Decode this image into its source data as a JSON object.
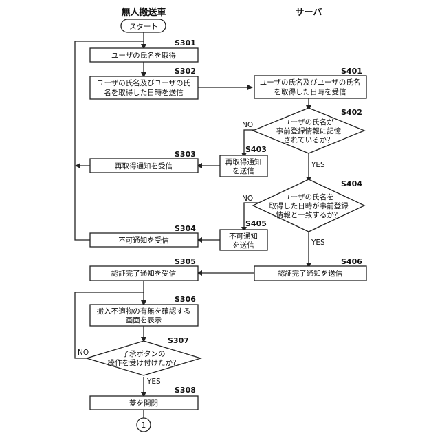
{
  "headers": {
    "left": "無人搬送車",
    "right": "サーバ"
  },
  "start": "スタート",
  "connector": "1",
  "steps": {
    "s301": {
      "id": "S301",
      "text": "ユーザの氏名を取得"
    },
    "s302": {
      "id": "S302",
      "line1": "ユーザの氏名及びユーザの氏",
      "line2": "名を取得した日時を送信"
    },
    "s303": {
      "id": "S303",
      "text": "再取得通知を受信"
    },
    "s304": {
      "id": "S304",
      "text": "不可通知を受信"
    },
    "s305": {
      "id": "S305",
      "text": "認証完了通知を受信"
    },
    "s306": {
      "id": "S306",
      "line1": "搬入不適物の有無を確認する",
      "line2": "画面を表示"
    },
    "s307": {
      "id": "S307",
      "line1": "了承ボタンの",
      "line2": "操作を受け付けたか？"
    },
    "s308": {
      "id": "S308",
      "text": "蓋を開閉"
    },
    "s401": {
      "id": "S401",
      "line1": "ユーザの氏名及びユーザの氏名",
      "line2": "を取得した日時を受信"
    },
    "s402": {
      "id": "S402",
      "line1": "ユーザの氏名が",
      "line2": "事前登録情報に記憶",
      "line3": "されているか？"
    },
    "s403": {
      "id": "S403",
      "line1": "再取得通知",
      "line2": "を送信"
    },
    "s404": {
      "id": "S404",
      "line1": "ユーザの氏名を",
      "line2": "取得した日時が事前登録",
      "line3": "情報と一致するか？"
    },
    "s405": {
      "id": "S405",
      "line1": "不可通知",
      "line2": "を送信"
    },
    "s406": {
      "id": "S406",
      "text": "認証完了通知を送信"
    }
  },
  "branch": {
    "yes": "YES",
    "no": "NO"
  }
}
